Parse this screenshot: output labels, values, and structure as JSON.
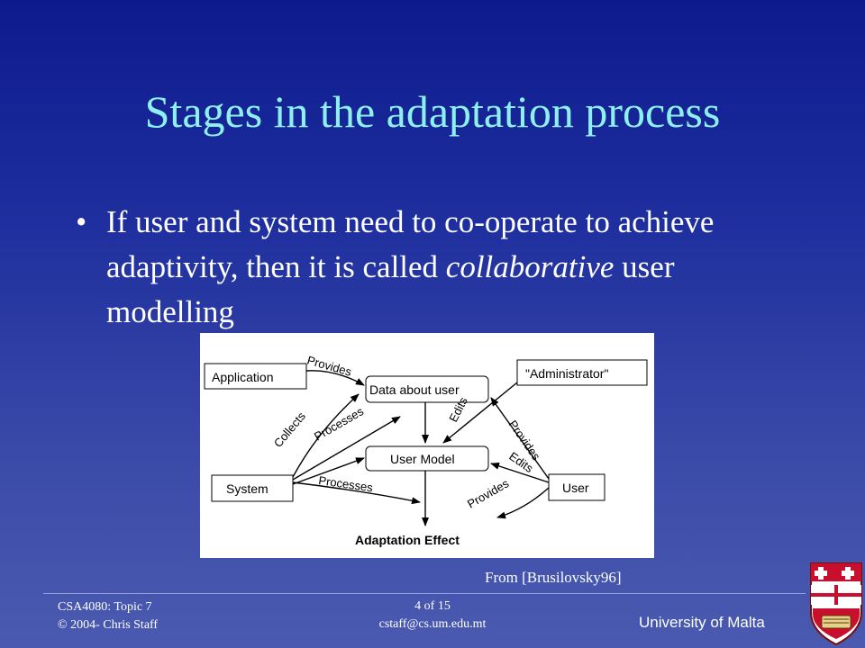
{
  "slide": {
    "title": "Stages in the adaptation process",
    "bullet_symbol": "•",
    "bullet": {
      "part1": "If user and system need to co-operate to achieve adaptivity, then it is called ",
      "emphasis": "collaborative",
      "part2": " user modelling"
    },
    "source": "From [Brusilovsky96]"
  },
  "diagram": {
    "boxes": {
      "application": "Application",
      "data_about_user": "Data about user",
      "administrator": "\"Administrator\"",
      "user_model": "User Model",
      "system": "System",
      "user": "User"
    },
    "effect": "Adaptation Effect",
    "edge_labels": {
      "provides_app": "Provides",
      "collects": "Collects",
      "processes_data": "Processes",
      "edits_admin": "Edits",
      "provides_user_data": "Provides",
      "edits_user": "Edits",
      "processes_effect": "Processes",
      "provides_user_effect": "Provides"
    }
  },
  "footer": {
    "course": "CSA4080: Topic 7",
    "copyright": "© 2004- Chris Staff",
    "page": "4 of 15",
    "email": "cstaff@cs.um.edu.mt",
    "university": "University of Malta"
  },
  "colors": {
    "title": "#8ef0ee",
    "text": "#ffffff",
    "background_top": "#0d1a8e",
    "background_bottom": "#4b5ab0",
    "crest_red": "#c8102e"
  }
}
